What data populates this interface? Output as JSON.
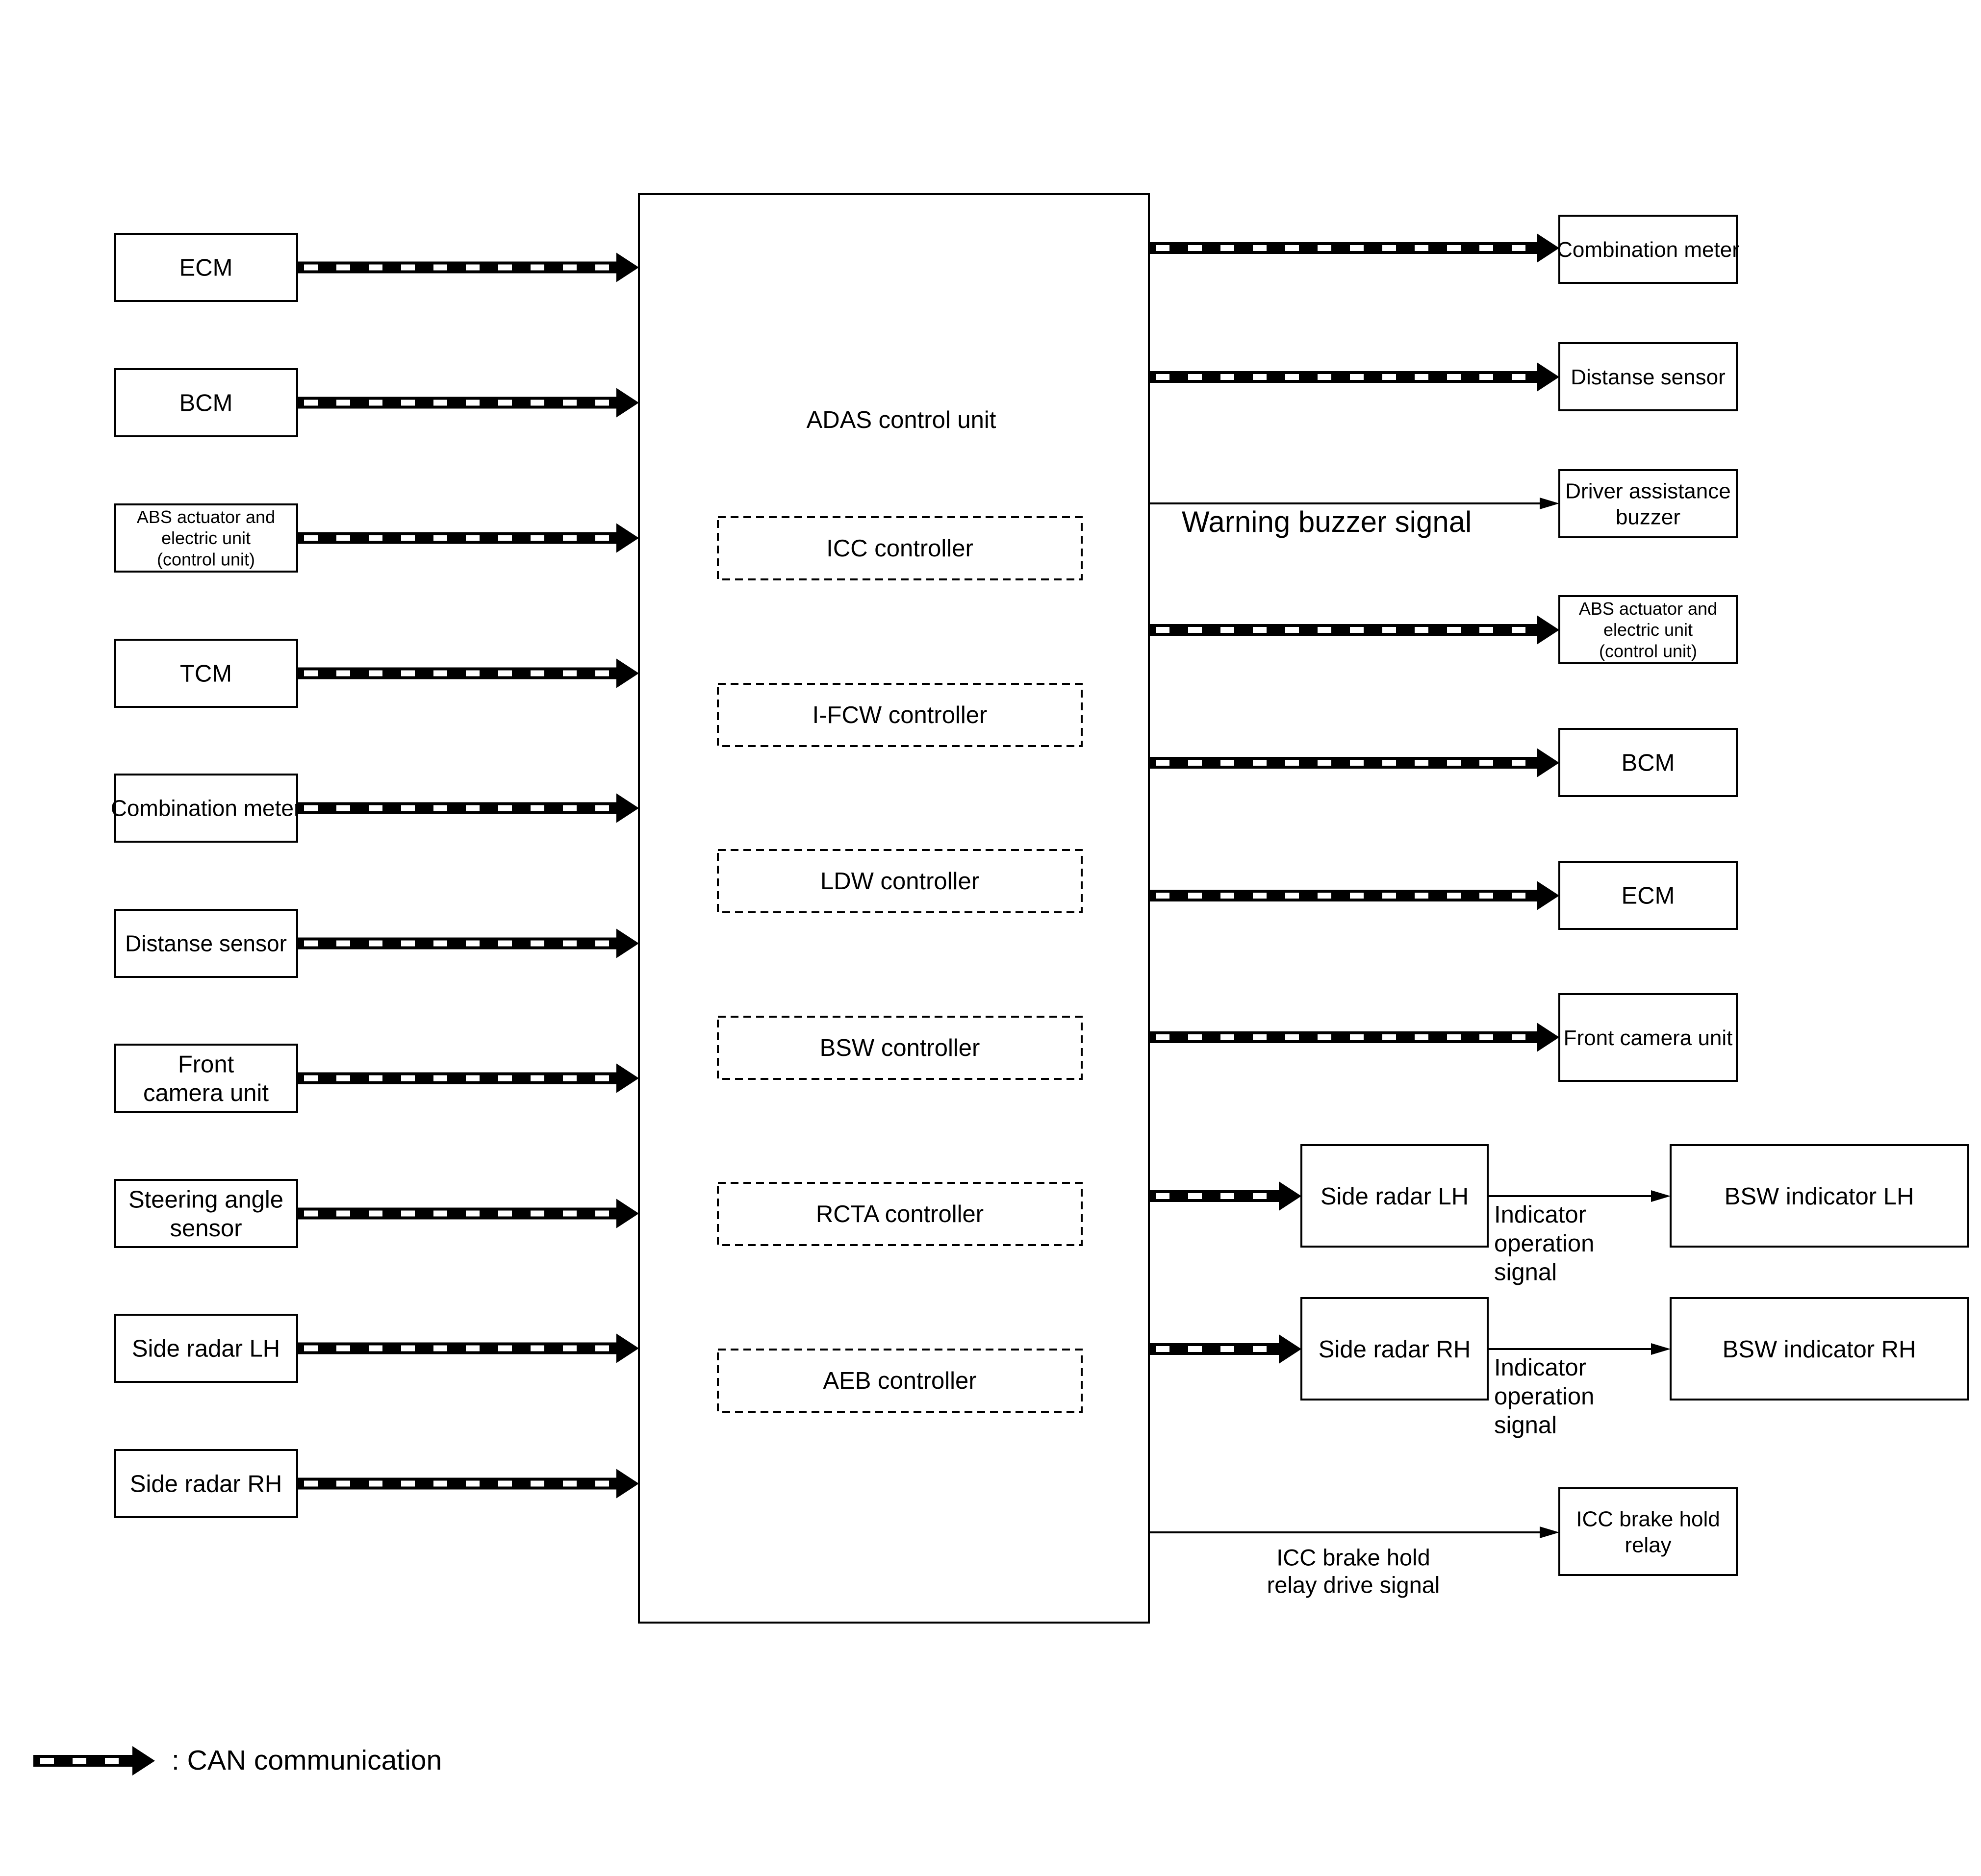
{
  "main_unit": {
    "title": "ADAS control unit",
    "controllers": [
      "ICC controller",
      "I-FCW controller",
      "LDW controller",
      "BSW controller",
      "RCTA controller",
      "AEB controller"
    ]
  },
  "inputs": [
    {
      "label": [
        "ECM"
      ]
    },
    {
      "label": [
        "BCM"
      ]
    },
    {
      "label": [
        "ABS actuator and",
        "electric unit",
        "(control unit)"
      ]
    },
    {
      "label": [
        "TCM"
      ]
    },
    {
      "label": [
        "Combination meter"
      ]
    },
    {
      "label": [
        "Distanse sensor"
      ]
    },
    {
      "label": [
        "Front",
        "camera unit"
      ]
    },
    {
      "label": [
        "Steering angle",
        "sensor"
      ]
    },
    {
      "label": [
        "Side radar LH"
      ]
    },
    {
      "label": [
        "Side radar RH"
      ]
    }
  ],
  "outputs": [
    {
      "label": [
        "Combination meter"
      ],
      "link": "CAN communication"
    },
    {
      "label": [
        "Distanse sensor"
      ],
      "link": "CAN communication"
    },
    {
      "label": [
        "Driver assistance",
        "buzzer"
      ],
      "link": "signal",
      "signal": [
        "Warning buzzer signal"
      ]
    },
    {
      "label": [
        "ABS actuator and",
        "electric unit",
        "(control unit)"
      ],
      "link": "CAN communication"
    },
    {
      "label": [
        "BCM"
      ],
      "link": "CAN communication"
    },
    {
      "label": [
        "ECM"
      ],
      "link": "CAN communication"
    },
    {
      "label": [
        "Front camera unit"
      ],
      "link": "CAN communication"
    },
    {
      "label": [
        "ICC brake hold",
        "relay"
      ],
      "link": "signal",
      "signal": [
        "ICC brake hold",
        "relay drive signal"
      ]
    }
  ],
  "radar_chains": [
    {
      "radar": [
        "Side radar LH"
      ],
      "indicator": [
        "BSW indicator LH"
      ],
      "signal": [
        "Indicator",
        "operation",
        "signal"
      ]
    },
    {
      "radar": [
        "Side radar RH"
      ],
      "indicator": [
        "BSW indicator RH"
      ],
      "signal": [
        "Indicator",
        "operation",
        "signal"
      ]
    }
  ],
  "legend": {
    "text": ": CAN communication"
  }
}
